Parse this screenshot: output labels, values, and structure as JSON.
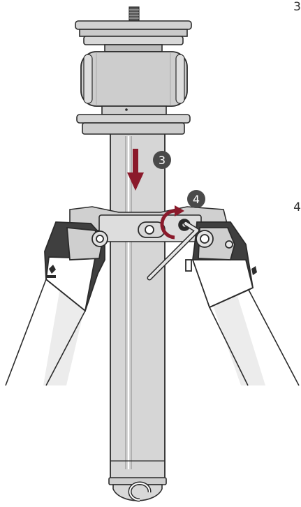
{
  "page": {
    "side_numbers": [
      "3",
      "4"
    ]
  },
  "diagram": {
    "callouts": [
      {
        "label": "3",
        "meaning": "push-down-arrow"
      },
      {
        "label": "4",
        "meaning": "rotate-arrow"
      }
    ],
    "colors": {
      "metal": "#d4d4d4",
      "metal_dark": "#a9a9a9",
      "outline": "#2b2b2b",
      "accent": "#8b1a2b",
      "badge": "#4a4a4a",
      "leg_shadow": "#ececec",
      "leg_cover": "#ffffff"
    },
    "icons": [
      "push-down-arrow",
      "rotate-arrow",
      "hex-key-tool",
      "leg-logo"
    ]
  }
}
